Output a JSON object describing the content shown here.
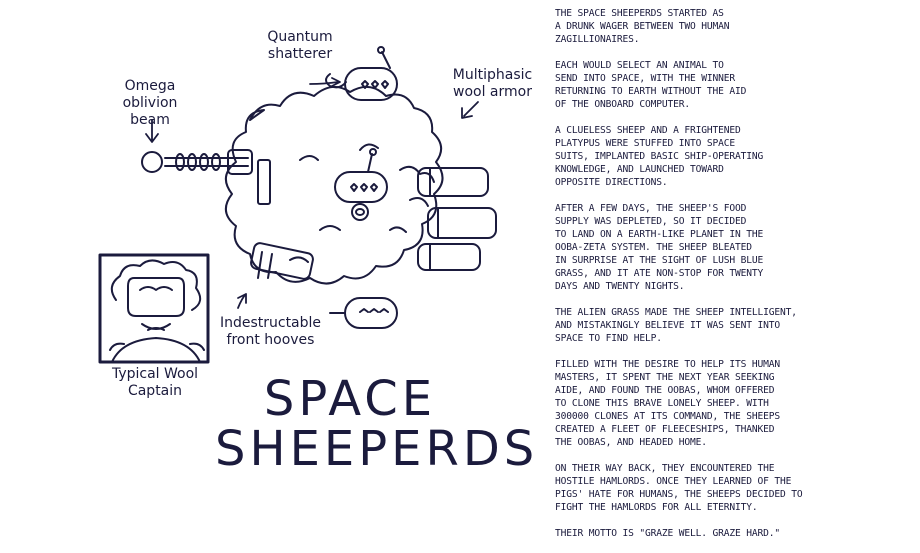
{
  "labels": {
    "quantum": "Quantum\nshatterer",
    "omega": "Omega\noblivion\nbeam",
    "wool": "Multiphasic\nwool armor",
    "hooves": "Indestructable\nfront hooves",
    "captain": "Typical Wool\nCaptain"
  },
  "title": {
    "line1": "SPACE",
    "line2": "SHEEPERDS"
  },
  "story": [
    "THE SPACE SHEEPERDS STARTED AS\nA DRUNK WAGER BETWEEN TWO HUMAN\nZAGILLIONAIRES.",
    "EACH WOULD SELECT AN ANIMAL TO\nSEND INTO SPACE, WITH THE WINNER\nRETURNING TO EARTH WITHOUT THE AID\nOF THE ONBOARD COMPUTER.",
    "A CLUELESS SHEEP AND A FRIGHTENED\nPLATYPUS WERE STUFFED INTO SPACE\nSUITS, IMPLANTED BASIC SHIP-OPERATING\nKNOWLEDGE, AND LAUNCHED TOWARD\nOPPOSITE DIRECTIONS.",
    "AFTER A FEW DAYS, THE SHEEP'S FOOD\nSUPPLY WAS DEPLETED, SO IT DECIDED\nTO LAND ON A EARTH-LIKE PLANET IN THE\nOOBA-ZETA SYSTEM. THE SHEEP BLEATED\nIN SURPRISE AT THE SIGHT OF LUSH BLUE\nGRASS, AND IT ATE NON-STOP FOR TWENTY\nDAYS AND TWENTY NIGHTS.",
    "THE ALIEN GRASS MADE THE SHEEP INTELLIGENT,\nAND MISTAKINGLY BELIEVE IT WAS SENT INTO\nSPACE TO FIND HELP.",
    "FILLED WITH THE DESIRE TO HELP ITS HUMAN\nMASTERS, IT SPENT THE NEXT YEAR SEEKING\nAIDE, AND FOUND THE OOBAS, WHOM OFFERED\nTO CLONE THIS BRAVE LONELY SHEEP.  WITH\n300000 CLONES AT ITS COMMAND, THE SHEEPS\nCREATED A FLEET OF FLEECESHIPS, THANKED\nTHE OOBAS, AND HEADED HOME.",
    "ON THEIR WAY BACK, THEY ENCOUNTERED THE\nHOSTILE HAMLORDS.  ONCE THEY LEARNED OF THE\nPIGS' HATE FOR HUMANS, THE SHEEPS DECIDED TO\nFIGHT THE HAMLORDS FOR ALL ETERNITY.",
    "THEIR MOTTO IS \"GRAZE WELL. GRAZE HARD.\""
  ]
}
